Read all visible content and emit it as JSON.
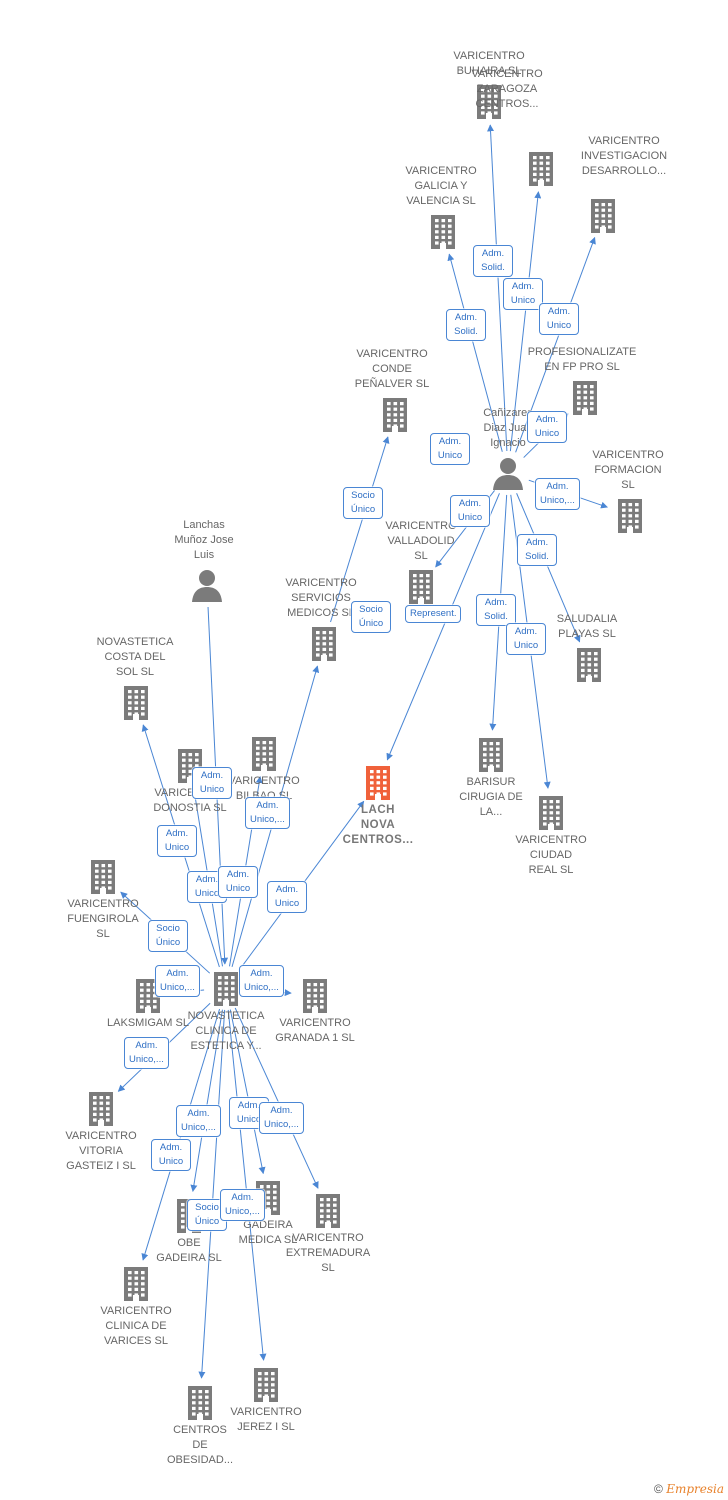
{
  "colors": {
    "edge": "#4a86d4",
    "building": "#7b7b7b",
    "focus_building": "#f0613a",
    "person": "#7b7b7b"
  },
  "nodes": [
    {
      "id": "buhaira",
      "label": "VARICENTRO\nBUHAIRA  SL",
      "kind": "building",
      "pos": "above"
    },
    {
      "id": "zaragoza",
      "label": "VARICENTRO\nZARAGOZA\nCENTROS...",
      "kind": "building",
      "pos": "right"
    },
    {
      "id": "investigacion",
      "label": "VARICENTRO\nINVESTIGACION\nDESARROLLO...",
      "kind": "building",
      "pos": "right"
    },
    {
      "id": "galicia",
      "label": "VARICENTRO\nGALICIA Y\nVALENCIA  SL",
      "kind": "building",
      "pos": "above"
    },
    {
      "id": "unlabeled_top",
      "label": "",
      "kind": "building",
      "pos": "none"
    },
    {
      "id": "profesionalizate",
      "label": "PROFESIONALIZATE\nEN FP PRO  SL",
      "kind": "building",
      "pos": "above"
    },
    {
      "id": "conde",
      "label": "VARICENTRO\nCONDE\nPEÑALVER  SL",
      "kind": "building",
      "pos": "above"
    },
    {
      "id": "canizares",
      "label": "Cañizares\nDiaz Juan\nIgnacio",
      "kind": "person",
      "pos": "above"
    },
    {
      "id": "formacion",
      "label": "VARICENTRO\nFORMACION\nSL",
      "kind": "building",
      "pos": "above"
    },
    {
      "id": "valladolid",
      "label": "VARICENTRO\nVALLADOLID\nSL",
      "kind": "building",
      "pos": "above"
    },
    {
      "id": "lanchas",
      "label": "Lanchas\nMuñoz Jose\nLuis",
      "kind": "person",
      "pos": "above"
    },
    {
      "id": "servicios",
      "label": "VARICENTRO\nSERVICIOS\nMEDICOS  SL",
      "kind": "building",
      "pos": "above"
    },
    {
      "id": "saludalia",
      "label": "SALUDALIA\nPLAYAS  SL",
      "kind": "building",
      "pos": "above"
    },
    {
      "id": "costa",
      "label": "NOVASTETICA\nCOSTA DEL\nSOL  SL",
      "kind": "building",
      "pos": "above"
    },
    {
      "id": "donostia",
      "label": "VARICENTRO\nDONOSTIA  SL",
      "kind": "building",
      "pos": "below"
    },
    {
      "id": "bilbao",
      "label": "VARICENTRO\nBILBAO  SL",
      "kind": "building",
      "pos": "below"
    },
    {
      "id": "lach",
      "label": "LACH\nNOVA\nCENTROS...",
      "kind": "focus",
      "pos": "below"
    },
    {
      "id": "barisur",
      "label": "BARISUR\nCIRUGIA DE\nLA...",
      "kind": "building",
      "pos": "below"
    },
    {
      "id": "ciudadreal",
      "label": "VARICENTRO\nCIUDAD\nREAL  SL",
      "kind": "building",
      "pos": "below"
    },
    {
      "id": "fuengirola",
      "label": "VARICENTRO\nFUENGIROLA\nSL",
      "kind": "building",
      "pos": "below"
    },
    {
      "id": "laksmigam",
      "label": "LAKSMIGAM  SL",
      "kind": "building",
      "pos": "below"
    },
    {
      "id": "novastetica_clinica",
      "label": "NOVASTETICA\nCLINICA DE\nESTETICA Y...",
      "kind": "building",
      "pos": "below"
    },
    {
      "id": "granada",
      "label": "VARICENTRO\nGRANADA 1  SL",
      "kind": "building",
      "pos": "below"
    },
    {
      "id": "vitoria",
      "label": "VARICENTRO\nVITORIA\nGASTEIZ I  SL",
      "kind": "building",
      "pos": "below"
    },
    {
      "id": "obe",
      "label": "OBE\nGADEIRA  SL",
      "kind": "building",
      "pos": "below"
    },
    {
      "id": "gadeira",
      "label": "GADEIRA\nMEDICA  SL",
      "kind": "building",
      "pos": "below"
    },
    {
      "id": "extremadura",
      "label": "VARICENTRO\nEXTREMADURA\nSL",
      "kind": "building",
      "pos": "below"
    },
    {
      "id": "clinica_varices",
      "label": "VARICENTRO\nCLINICA DE\nVARICES  SL",
      "kind": "building",
      "pos": "below"
    },
    {
      "id": "centros_obesidad",
      "label": "CENTROS\nDE\nOBESIDAD...",
      "kind": "building",
      "pos": "below"
    },
    {
      "id": "jerez",
      "label": "VARICENTRO\nJEREZ I  SL",
      "kind": "building",
      "pos": "below"
    }
  ],
  "badges": [
    {
      "id": "b1",
      "text": "Adm.\nSolid."
    },
    {
      "id": "b2",
      "text": "Adm.\nUnico"
    },
    {
      "id": "b3",
      "text": "Adm.\nSolid."
    },
    {
      "id": "b4",
      "text": "Adm.\nUnico"
    },
    {
      "id": "b5",
      "text": "Adm.\nUnico"
    },
    {
      "id": "b6",
      "text": "Adm.\nUnico"
    },
    {
      "id": "b7",
      "text": "Adm.\nUnico,..."
    },
    {
      "id": "b8",
      "text": "Adm.\nUnico"
    },
    {
      "id": "b9",
      "text": "Adm.\nSolid."
    },
    {
      "id": "b10",
      "text": "Socio\nÚnico"
    },
    {
      "id": "b11",
      "text": "Socio\nÚnico"
    },
    {
      "id": "b12",
      "text": "Represent."
    },
    {
      "id": "b13",
      "text": "Adm.\nSolid."
    },
    {
      "id": "b14",
      "text": "Adm.\nUnico"
    },
    {
      "id": "b15",
      "text": "Adm.\nUnico"
    },
    {
      "id": "b16",
      "text": "Adm.\nUnico,..."
    },
    {
      "id": "b17",
      "text": "Adm.\nUnico"
    },
    {
      "id": "b18",
      "text": "Adm.\nUnico"
    },
    {
      "id": "b19",
      "text": "Adm.\nUnico"
    },
    {
      "id": "b20",
      "text": "Adm.\nUnico"
    },
    {
      "id": "b21",
      "text": "Socio\nÚnico"
    },
    {
      "id": "b22",
      "text": "Adm.\nUnico,..."
    },
    {
      "id": "b23",
      "text": "Adm.\nUnico,..."
    },
    {
      "id": "b24",
      "text": "Adm.\nUnico,..."
    },
    {
      "id": "b25",
      "text": "Adm.\nUnico,..."
    },
    {
      "id": "b26",
      "text": "Adm.\nUnico"
    },
    {
      "id": "b27",
      "text": "Adm.\nUnico,..."
    },
    {
      "id": "b28",
      "text": "Adm.\nUnico"
    },
    {
      "id": "b29",
      "text": "Socio\nÚnico"
    },
    {
      "id": "b30",
      "text": "Adm.\nUnico,..."
    }
  ],
  "edges": [
    [
      "canizares",
      "buhaira"
    ],
    [
      "canizares",
      "investigacion"
    ],
    [
      "canizares",
      "galicia"
    ],
    [
      "canizares",
      "unlabeled_top"
    ],
    [
      "canizares",
      "profesionalizate"
    ],
    [
      "canizares",
      "formacion"
    ],
    [
      "canizares",
      "saludalia"
    ],
    [
      "canizares",
      "lach"
    ],
    [
      "canizares",
      "barisur"
    ],
    [
      "canizares",
      "ciudadreal"
    ],
    [
      "canizares",
      "valladolid"
    ],
    [
      "servicios",
      "conde"
    ],
    [
      "lanchas",
      "novastetica_clinica"
    ],
    [
      "novastetica_clinica",
      "servicios"
    ],
    [
      "novastetica_clinica",
      "costa"
    ],
    [
      "novastetica_clinica",
      "donostia"
    ],
    [
      "novastetica_clinica",
      "bilbao"
    ],
    [
      "novastetica_clinica",
      "lach"
    ],
    [
      "novastetica_clinica",
      "fuengirola"
    ],
    [
      "novastetica_clinica",
      "laksmigam"
    ],
    [
      "novastetica_clinica",
      "granada"
    ],
    [
      "novastetica_clinica",
      "vitoria"
    ],
    [
      "novastetica_clinica",
      "obe"
    ],
    [
      "novastetica_clinica",
      "gadeira"
    ],
    [
      "novastetica_clinica",
      "extremadura"
    ],
    [
      "novastetica_clinica",
      "clinica_varices"
    ],
    [
      "novastetica_clinica",
      "centros_obesidad"
    ],
    [
      "novastetica_clinica",
      "jerez"
    ]
  ],
  "footer": {
    "copyright": "©",
    "brand": "Empresia"
  }
}
